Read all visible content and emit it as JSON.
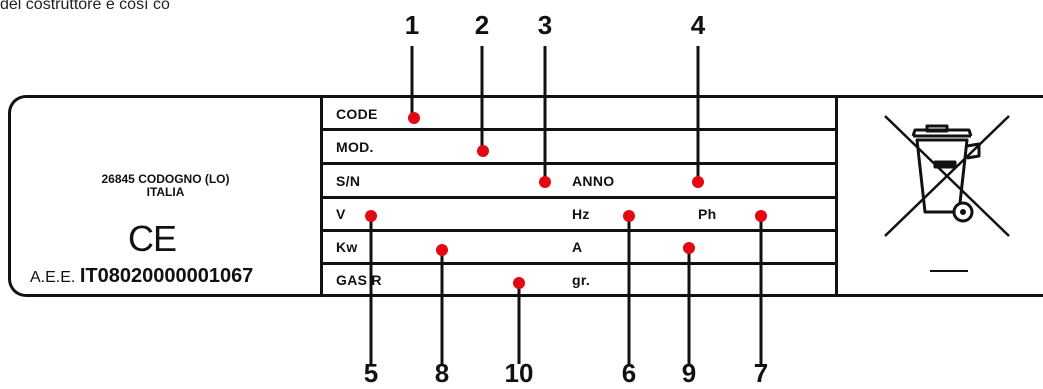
{
  "cropped_caption": "del costruttore è così costituita:",
  "address": {
    "line1": "26845 CODOGNO (LO)",
    "line2": "ITALIA"
  },
  "ce_mark": "CE",
  "aee": {
    "prefix": "A.E.E.",
    "code": "IT08020000001067"
  },
  "fields": {
    "code": "CODE",
    "model": "MOD.",
    "serial": "S/N",
    "year": "ANNO",
    "voltage": "V",
    "frequency": "Hz",
    "phase": "Ph",
    "power": "Kw",
    "current": "A",
    "gas": "GAS R",
    "gas_weight": "gr."
  },
  "callouts": [
    "1",
    "2",
    "3",
    "4",
    "5",
    "6",
    "7",
    "8",
    "9",
    "10"
  ],
  "colors": {
    "dot": "#e30613",
    "lines": "#111111"
  },
  "icons": {
    "disposal": "crossed-out-wheelie-bin-icon"
  }
}
